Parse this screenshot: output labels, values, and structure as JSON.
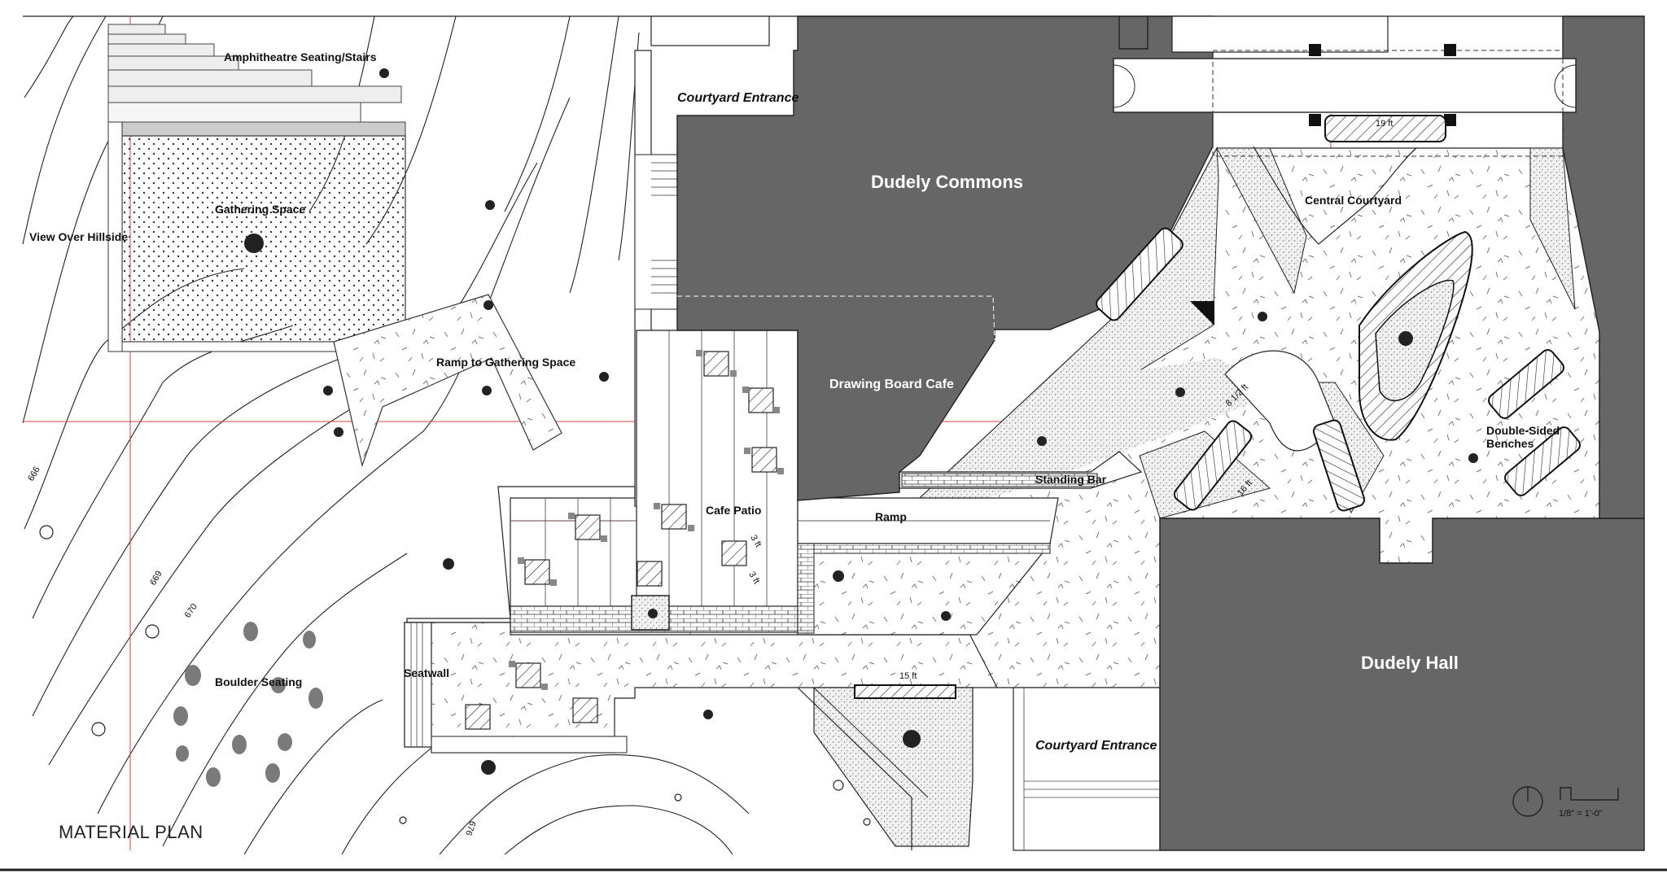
{
  "plan_title": "MATERIAL PLAN",
  "buildings": {
    "commons": "Dudely Commons",
    "cafe": "Drawing Board Cafe",
    "hall": "Dudely Hall"
  },
  "spaces": {
    "amphitheatre": "Amphitheatre Seating/Stairs",
    "gathering": "Gathering Space",
    "view": "View Over Hillside",
    "ramp_gathering": "Ramp to Gathering Space",
    "courtyard_entrance_top": "Courtyard Entrance",
    "courtyard_entrance_bottom": "Courtyard Entrance",
    "central_courtyard": "Central Courtyard",
    "cafe_patio": "Cafe Patio",
    "standing_bar": "Standing Bar",
    "ramp": "Ramp",
    "seatwall": "Seatwall",
    "boulder_seating": "Boulder Seating",
    "benches_line1": "Double-Sided",
    "benches_line2": "Benches"
  },
  "dimensions": {
    "d19": "19 ft",
    "d8": "8 1/2 ft",
    "d16": "16 ft",
    "d15": "15 ft",
    "d3a": "3 ft",
    "d3b": "3 ft"
  },
  "contours": {
    "c666": "666",
    "c669": "669",
    "c670": "670",
    "c676": "676"
  },
  "scale_text": "1/8\" = 1'-0\"",
  "colors": {
    "building": "#666666",
    "gridline": "#e04040",
    "boulder": "#7a7a7a"
  }
}
